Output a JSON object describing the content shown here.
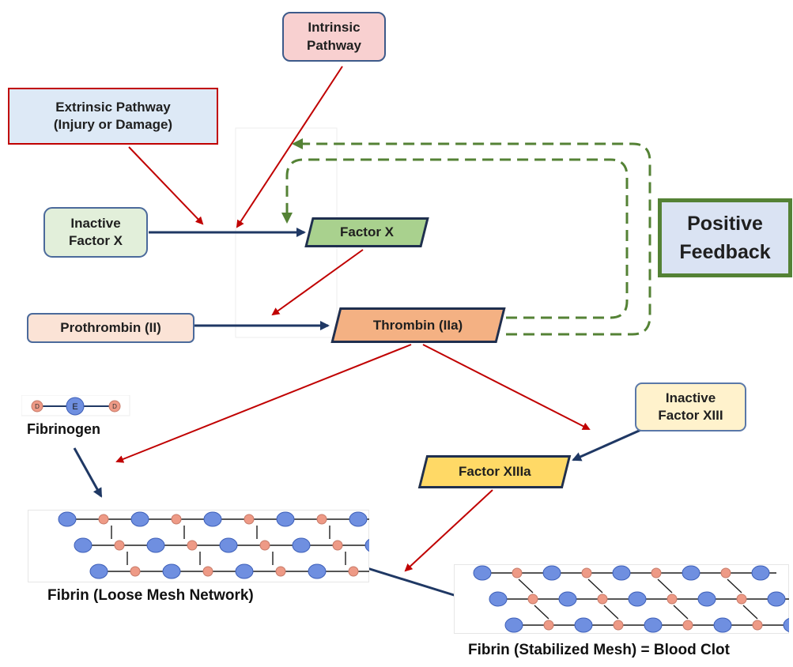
{
  "nodes": {
    "intrinsic": "Intrinsic\nPathway",
    "extrinsic": "Extrinsic Pathway\n(Injury or Damage)",
    "inactive_factor_x": "Inactive\nFactor X",
    "factor_x": "Factor X",
    "prothrombin": "Prothrombin (II)",
    "thrombin": "Thrombin (IIa)",
    "positive_feedback": "Positive\nFeedback",
    "inactive_factor_xiii": "Inactive\nFactor XIII",
    "factor_xiiia": "Factor XIIIa"
  },
  "fibrinogen": {
    "label": "Fibrinogen",
    "left_domain": "D",
    "center_domain": "E",
    "right_domain": "D"
  },
  "captions": {
    "loose_mesh": "Fibrin (Loose Mesh Network)",
    "stabilized_mesh": "Fibrin (Stabilized Mesh) = Blood Clot"
  },
  "colors": {
    "red_arrow": "#c00000",
    "navy_arrow": "#1f3864",
    "feedback_green": "#548235",
    "intrinsic_fill": "#f8d0d0",
    "extrinsic_fill": "#dde9f6",
    "inactive_x_fill": "#e2efda",
    "factor_x_fill": "#a9d18e",
    "prothrombin_fill": "#fbe3d6",
    "thrombin_fill": "#f4b183",
    "feedback_fill": "#dae3f3",
    "inactive_xiii_fill": "#fff2cc",
    "factor_xiiia_fill": "#ffd966",
    "node_blue": "#6f8fe0",
    "node_salmon": "#ee9a86"
  }
}
